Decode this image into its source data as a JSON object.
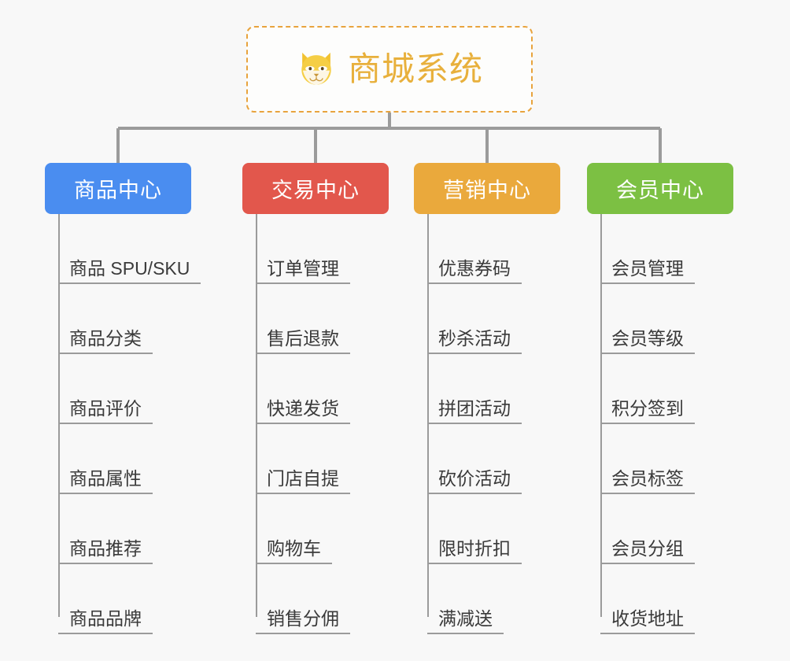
{
  "page": {
    "background_color": "#f8f8f8",
    "type": "mindmap"
  },
  "root": {
    "label": "商城系统",
    "icon": "shiba-dog-icon",
    "text_color": "#e8b03c",
    "border_color": "#e8a33d"
  },
  "branches": [
    {
      "id": "product-center",
      "label": "商品中心",
      "color": "#4a8df0",
      "items": [
        "商品 SPU/SKU",
        "商品分类",
        "商品评价",
        "商品属性",
        "商品推荐",
        "商品品牌"
      ]
    },
    {
      "id": "trade-center",
      "label": "交易中心",
      "color": "#e2574c",
      "items": [
        "订单管理",
        "售后退款",
        "快递发货",
        "门店自提",
        "购物车",
        "销售分佣"
      ]
    },
    {
      "id": "marketing-center",
      "label": "营销中心",
      "color": "#eaa93c",
      "items": [
        "优惠券码",
        "秒杀活动",
        "拼团活动",
        "砍价活动",
        "限时折扣",
        "满减送"
      ]
    },
    {
      "id": "member-center",
      "label": "会员中心",
      "color": "#7cc043",
      "items": [
        "会员管理",
        "会员等级",
        "积分签到",
        "会员标签",
        "会员分组",
        "收货地址"
      ]
    }
  ]
}
